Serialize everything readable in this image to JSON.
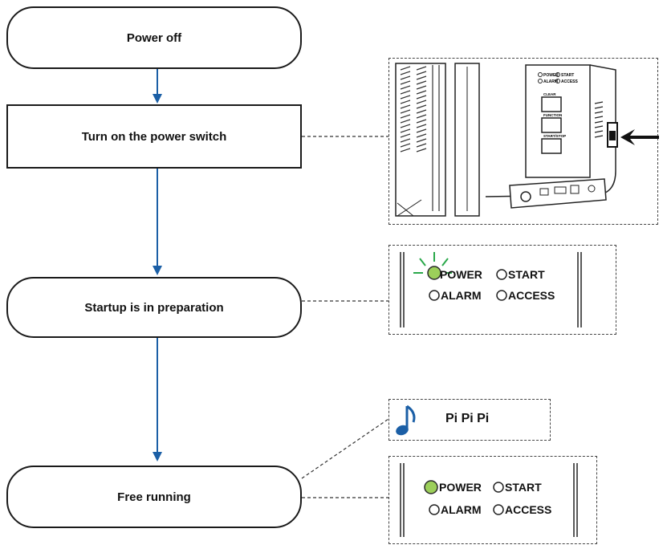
{
  "flow": {
    "step1": "Power off",
    "step2": "Turn on the power switch",
    "step3": "Startup is in preparation",
    "step4": "Free running"
  },
  "sound": {
    "label": "Pi Pi Pi",
    "icon": "music-note-icon"
  },
  "led_panel": {
    "power": "POWER",
    "start": "START",
    "alarm": "ALARM",
    "access": "ACCESS"
  },
  "device": {
    "small_labels": [
      "POWER",
      "START",
      "ALARM",
      "ACCESS"
    ],
    "buttons": [
      "CLEAR",
      "FUNCTION",
      "START/STOP"
    ]
  },
  "colors": {
    "arrow": "#1b5fa6",
    "led_on": "#9ccf5a",
    "led_blink_rays": "#2aa84a",
    "note": "#1b5fa6"
  }
}
